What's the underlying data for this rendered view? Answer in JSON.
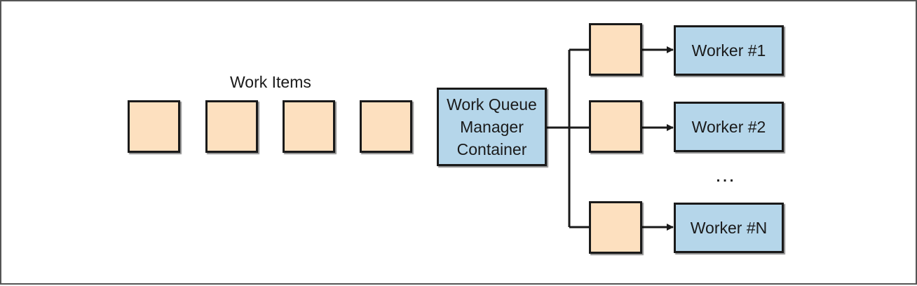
{
  "diagram": {
    "work_items_label": "Work Items",
    "manager_lines": [
      "Work Queue",
      "Manager",
      "Container"
    ],
    "workers": [
      "Worker #1",
      "Worker #2",
      "Worker #N"
    ],
    "ellipsis": "…",
    "colors": {
      "item_fill": "#fde0bf",
      "container_fill": "#b5d6ea",
      "stroke": "#1a1a1a",
      "frame": "#555555"
    }
  }
}
